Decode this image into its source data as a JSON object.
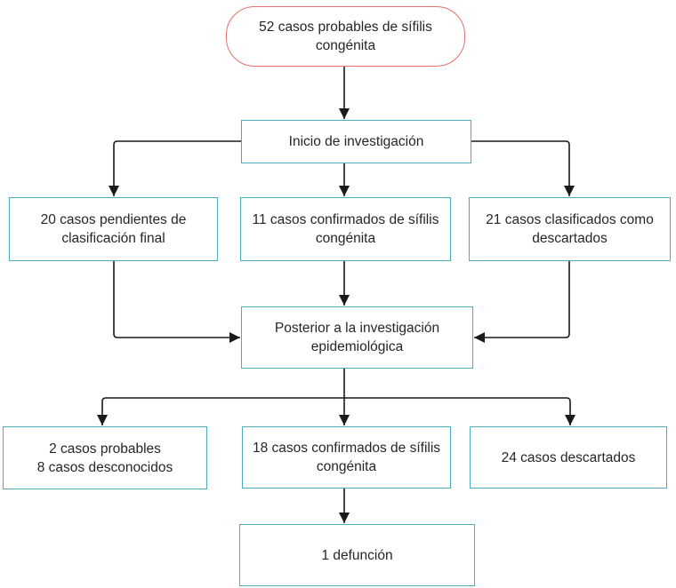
{
  "diagram": {
    "type": "flowchart",
    "colors": {
      "node_border": "#4aafb8",
      "start_border": "#e4716d",
      "arrow": "#1a1a1a",
      "text": "#262626",
      "background": "#ffffff"
    },
    "nodes": {
      "start": {
        "label": "52 casos probables de sífilis congénita"
      },
      "inicio": {
        "label": "Inicio de investigación"
      },
      "pendientes": {
        "label": "20 casos pendientes de clasificación final"
      },
      "confirmados_11": {
        "label": "11 casos confirmados de sífilis congénita"
      },
      "descartados_21": {
        "label": "21 casos clasificados como descartados"
      },
      "posterior": {
        "label": "Posterior a la investigación epidemiológica"
      },
      "probables_desconocidos": {
        "line1": "2 casos probables",
        "line2": "8 casos desconocidos"
      },
      "confirmados_18": {
        "label": "18 casos confirmados de sífilis congénita"
      },
      "descartados_24": {
        "label": "24 casos descartados"
      },
      "defuncion": {
        "label": "1 defunción"
      }
    }
  }
}
